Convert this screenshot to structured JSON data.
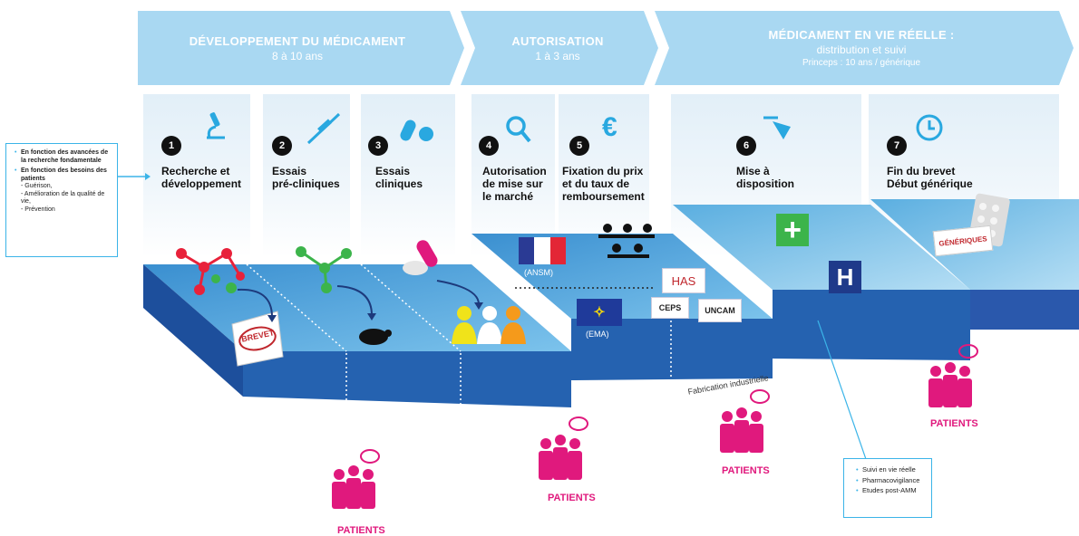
{
  "phases": [
    {
      "title": "DÉVELOPPEMENT DU MÉDICAMENT",
      "subtitle": "8 à 10 ans"
    },
    {
      "title": "AUTORISATION",
      "subtitle": "1 à 3 ans"
    },
    {
      "title": "MÉDICAMENT EN VIE RÉELLE :",
      "subtitle": "distribution et suivi",
      "detail": "Princeps : 10 ans  / générique"
    }
  ],
  "steps": [
    {
      "number": "1",
      "label_lines": [
        "Recherche et",
        "développement"
      ],
      "icon": "microscope-icon"
    },
    {
      "number": "2",
      "label_lines": [
        "Essais",
        "pré-cliniques"
      ],
      "icon": "syringe-icon"
    },
    {
      "number": "3",
      "label_lines": [
        "Essais",
        "cliniques"
      ],
      "icon": "pills-icon"
    },
    {
      "number": "4",
      "label_lines": [
        "Autorisation",
        "de mise sur",
        "le marché"
      ],
      "icon": "magnifier-icon"
    },
    {
      "number": "5",
      "label_lines": [
        "Fixation du prix",
        "et du taux de",
        "remboursement"
      ],
      "icon": "euro-icon"
    },
    {
      "number": "6",
      "label_lines": [
        "Mise à",
        "disposition"
      ],
      "icon": "delivery-icon"
    },
    {
      "number": "7",
      "label_lines": [
        "Fin du brevet",
        "Début générique"
      ],
      "icon": "clock-icon"
    }
  ],
  "left_note": {
    "items": [
      {
        "heading": "En fonction des avancées de la recherche fondamentale",
        "subs": []
      },
      {
        "heading": "En fonction des besoins des patients",
        "subs": [
          "- Guérison,",
          "- Amélioration de la qualité de vie,",
          "- Prévention"
        ]
      }
    ]
  },
  "right_note": {
    "items": [
      "Suivi en vie réelle",
      "Pharmacovigilance",
      "Etudes post-AMM"
    ]
  },
  "labels": {
    "brevet": "BREVET",
    "ansm": "(ANSM)",
    "ema": "(EMA)",
    "has": "HAS",
    "ceps": "CEPS",
    "uncam": "UNCAM",
    "fabrication": "Fabrication industrielle",
    "generiques": "GÉNÉRIQUES",
    "patients": "PATIENTS"
  },
  "colors": {
    "banner": "#a9d8f2",
    "platform_top": "#4aa0d8",
    "platform_side": "#1d4f9c",
    "accent": "#3bb4e8",
    "patients": "#e0197d",
    "step_icon": "#29a8e0"
  }
}
